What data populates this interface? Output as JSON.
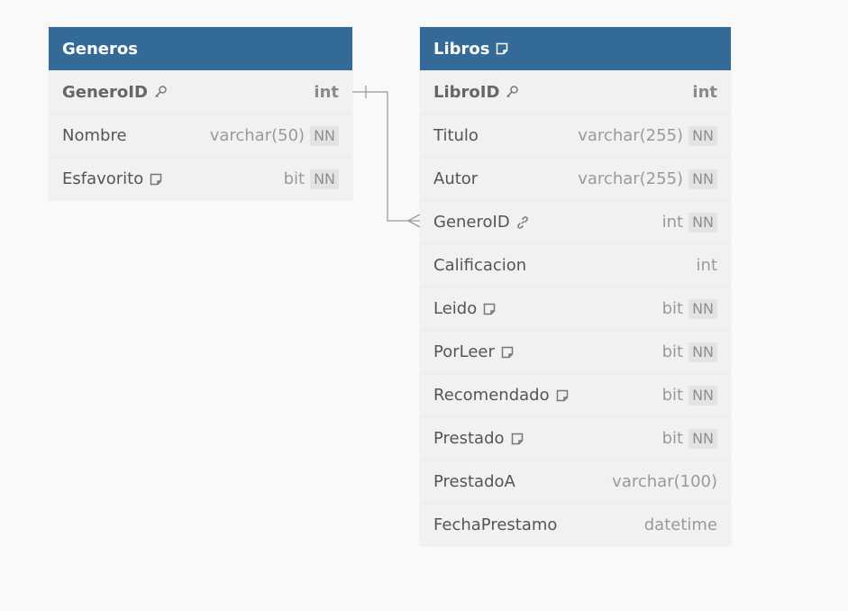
{
  "tables": {
    "generos": {
      "name": "Generos",
      "fields": [
        {
          "name": "GeneroID",
          "type": "int"
        },
        {
          "name": "Nombre",
          "type": "varchar(50)",
          "nn": "NN"
        },
        {
          "name": "Esfavorito",
          "type": "bit",
          "nn": "NN"
        }
      ]
    },
    "libros": {
      "name": "Libros",
      "fields": [
        {
          "name": "LibroID",
          "type": "int"
        },
        {
          "name": "Titulo",
          "type": "varchar(255)",
          "nn": "NN"
        },
        {
          "name": "Autor",
          "type": "varchar(255)",
          "nn": "NN"
        },
        {
          "name": "GeneroID",
          "type": "int",
          "nn": "NN"
        },
        {
          "name": "Calificacion",
          "type": "int"
        },
        {
          "name": "Leido",
          "type": "bit",
          "nn": "NN"
        },
        {
          "name": "PorLeer",
          "type": "bit",
          "nn": "NN"
        },
        {
          "name": "Recomendado",
          "type": "bit",
          "nn": "NN"
        },
        {
          "name": "Prestado",
          "type": "bit",
          "nn": "NN"
        },
        {
          "name": "PrestadoA",
          "type": "varchar(100)"
        },
        {
          "name": "FechaPrestamo",
          "type": "datetime"
        }
      ]
    }
  },
  "colors": {
    "header": "#336a98",
    "row_bg": "#f1f1f1",
    "canvas": "#f9f9f9"
  },
  "icons": {
    "primary_key": "key-icon",
    "foreign_key": "link-icon",
    "note": "note-icon"
  }
}
